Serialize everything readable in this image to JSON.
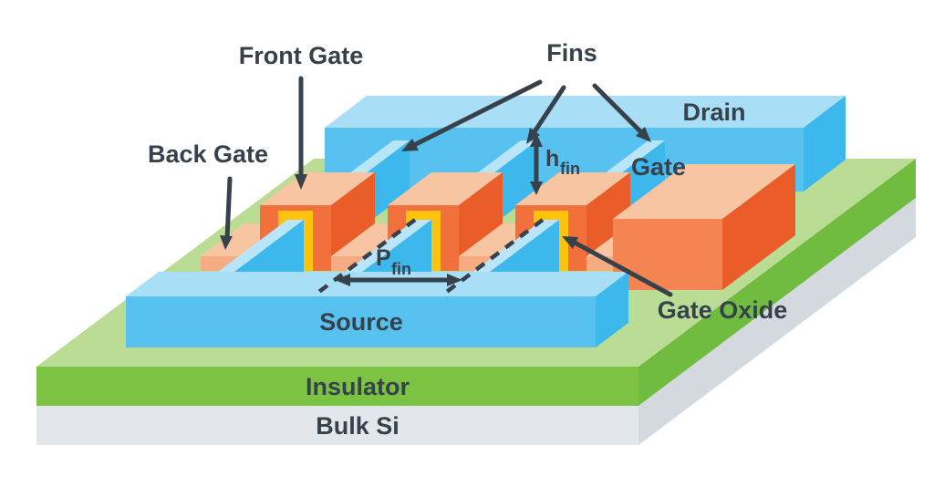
{
  "diagram": {
    "title_semantic": "FinFET transistor 3D structure diagram",
    "labels": {
      "front_gate": "Front Gate",
      "fins": "Fins",
      "back_gate": "Back Gate",
      "drain": "Drain",
      "gate": "Gate",
      "gate_oxide": "Gate Oxide",
      "source": "Source",
      "insulator": "Insulator",
      "bulk_si": "Bulk Si",
      "h_fin": {
        "base": "h",
        "sub": "fin"
      },
      "p_fin": {
        "base": "P",
        "sub": "fin"
      }
    }
  },
  "palette": {
    "background": "#FFFFFF",
    "ink": "#37414B",
    "green_top": "#BADC95",
    "green_front": "#7CC344",
    "green_side": "#6FBC41",
    "gray_front": "#E3E7EB",
    "gray_side": "#D3D9DF",
    "blue_top": "#A9DEF7",
    "blue_front": "#57C1F0",
    "blue_bright": "#3CB8ED",
    "fin_top": "#B9E5F9",
    "orange_front": "#F2703B",
    "orange_side": "#EA5D28",
    "salmon_top": "#F8C5A3",
    "salmon_front": "#F6AC82",
    "cube_front": "#F58453",
    "yellow": "#FFC20D"
  }
}
